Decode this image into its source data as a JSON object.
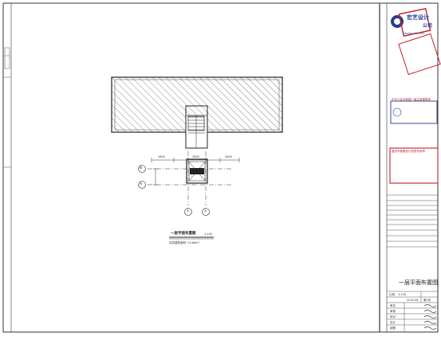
{
  "company": {
    "name_cn": "宏艺设计",
    "name_suffix": "公司",
    "name_en": "Design Co., Ltd."
  },
  "plan": {
    "title": "一层平面布置图",
    "scale": "1:100",
    "axis_rows": [
      "B",
      "A"
    ],
    "axis_cols": [
      "1",
      "2"
    ],
    "dims_top": [
      "2600",
      "2800",
      "2600"
    ],
    "notes": [
      "本层建筑面积: 19.86m²"
    ]
  },
  "stamps": {
    "review": "中华人民共和国一级注册建筑师",
    "seal_red": "重庆市勘察设计资质专用章"
  },
  "title_block": {
    "drawing_name": "一层平面布置图",
    "scale_label": "比例",
    "scale_value": "1:100",
    "date_value": "2020.06",
    "sheet_label": "第1张",
    "sign_rows": [
      "审定",
      "审核",
      "校对",
      "设计",
      "制图"
    ]
  }
}
